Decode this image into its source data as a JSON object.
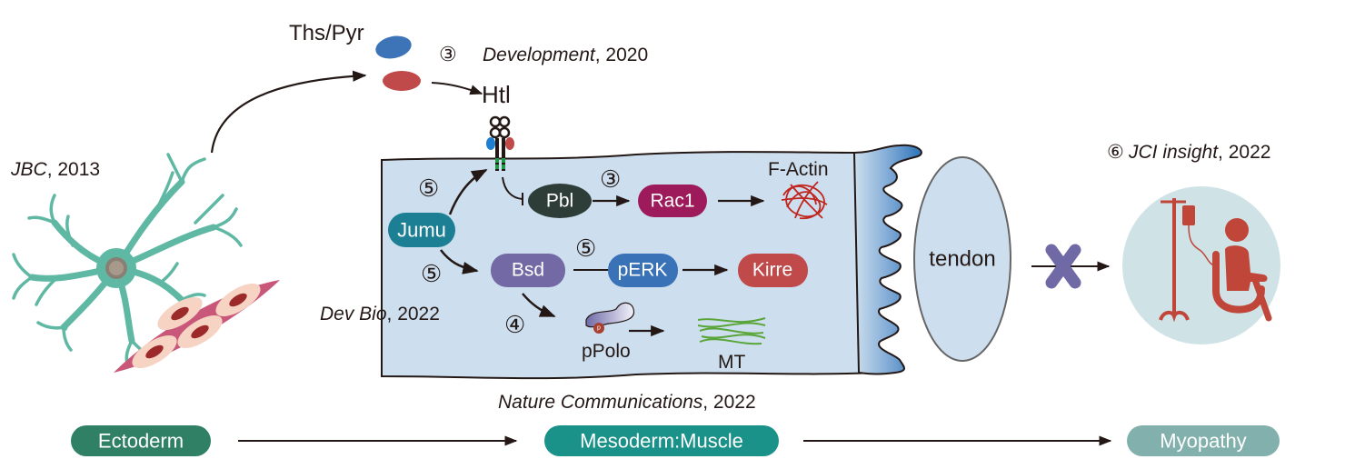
{
  "colors": {
    "ink": "#231815",
    "cell_fill": "#cddfee",
    "ths_blue": "#3d74b8",
    "pyr_red": "#c04a4a",
    "pbl": "#2f3d38",
    "rac1": "#9d1b5a",
    "jumu": "#1c7f94",
    "bsd": "#7269a5",
    "perk": "#3a72b8",
    "kirre": "#c04a4a",
    "factin": "#c0251e",
    "mt": "#5aa53a",
    "tendon_fill": "#cddfee",
    "block_x": "#6f6aa5",
    "patient_circle": "#cfe2e6",
    "patient_icon": "#c0463a",
    "neuron": "#5fb8a3",
    "muscle_cell": "#c9577a",
    "stage_ectoderm": "#2f8065",
    "stage_mesoderm": "#1a9189",
    "stage_myopathy": "#82b1ad"
  },
  "citations": {
    "jbc": {
      "journal": "JBC",
      "year": ", 2013"
    },
    "development": {
      "marker": "③",
      "journal": "Development",
      "year": ", 2020"
    },
    "devbio": {
      "journal": "Dev Bio",
      "year": ", 2022"
    },
    "nature_comm": {
      "journal": "Nature Communications",
      "year": ", 2022"
    },
    "jci": {
      "marker": "⑥",
      "journal": "JCI insight",
      "year": ", 2022"
    }
  },
  "ligand_label": "Ths/Pyr",
  "receptor_label": "Htl",
  "nodes": {
    "jumu": "Jumu",
    "pbl": "Pbl",
    "rac1": "Rac1",
    "bsd": "Bsd",
    "perk": "pERK",
    "kirre": "Kirre",
    "factin": "F-Actin",
    "ppolo": "pPolo",
    "ppolo_p": "p",
    "mt": "MT",
    "tendon": "tendon"
  },
  "edge_markers": {
    "jumu_to_htl": "⑤",
    "jumu_to_bsd": "⑤",
    "pbl_to_rac1": "③",
    "bsd_to_perk": "⑤",
    "bsd_to_ppolo": "④"
  },
  "stages": [
    "Ectoderm",
    "Mesoderm:Muscle",
    "Myopathy"
  ]
}
